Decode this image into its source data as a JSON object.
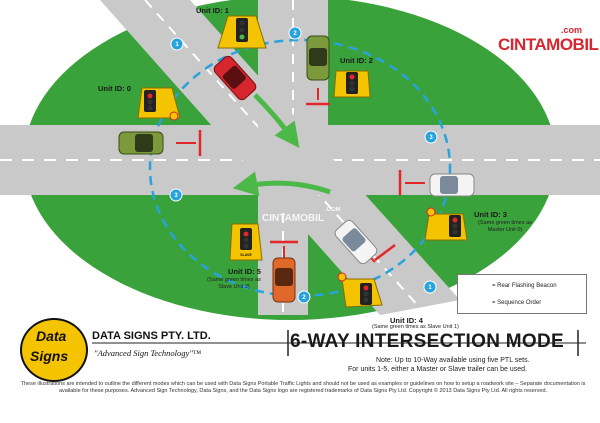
{
  "watermark": {
    "brand": "CINTAMOBIL",
    "com": ".com",
    "center_brand": "CINTAMOBIL",
    "center_com": ".COM"
  },
  "units": [
    {
      "label": "Unit ID: 1",
      "note": ""
    },
    {
      "label": "Unit ID: 2",
      "note": ""
    },
    {
      "label": "Unit ID: 0",
      "note": ""
    },
    {
      "label": "Unit ID: 3",
      "note": "(Same green times as Master Unit 0)"
    },
    {
      "label": "Unit ID: 5",
      "note": "(Same green times as Slave Unit 2)"
    },
    {
      "label": "Unit ID: 4",
      "note": "(Same green times as Slave Unit 1)"
    }
  ],
  "sequence_badges": [
    "1",
    "2",
    "3",
    "3",
    "2",
    "1"
  ],
  "sign_text": "SLAVE",
  "legend": {
    "beacon": "= Rear Flashing Beacon",
    "sequence": "= Sequence Order"
  },
  "company": {
    "name": "DATA SIGNS PTY. LTD.",
    "tagline": "\"Advanced Sign Technology\"™",
    "logo_line1": "Data",
    "logo_line2": "Signs"
  },
  "mode": {
    "title": "6-WAY INTERSECTION MODE",
    "note1": "Note: Up to 10-Way available using five PTL sets.",
    "note2": "For units 1-5, either a Master or Slave trailer can be used."
  },
  "disclaimer": "These illustrations are intended to outline the different modes which can be used with Data Signs Portable Traffic Lights and should not be used as examples or guidelines on how to setup a roadwork site – Separate documentation is available for these purposes. Advanced Sign Technology, Data Signs, and the Data Signs logo are registered trademarks of Data Signs Pty Ltd. Copyright © 2013 Data Signs Pty Ltd. All rights reserved.",
  "colors": {
    "grass": "#3aa23a",
    "road": "#c9c9c9",
    "sign_yellow": "#f5c400",
    "sequence_blue": "#29a3dc",
    "stop_red": "#e2262a",
    "turn_green": "#4cb848",
    "brand_red": "#d8262e"
  }
}
